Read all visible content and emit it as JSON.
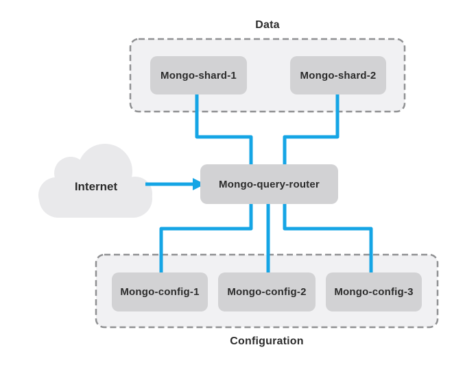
{
  "diagram": {
    "description": "MongoDB sharded cluster architecture diagram",
    "internet": {
      "label": "Internet"
    },
    "nodes": {
      "shard1": {
        "label": "Mongo-shard-1"
      },
      "shard2": {
        "label": "Mongo-shard-2"
      },
      "router": {
        "label": "Mongo-query-router"
      },
      "config1": {
        "label": "Mongo-config-1"
      },
      "config2": {
        "label": "Mongo-config-2"
      },
      "config3": {
        "label": "Mongo-config-3"
      }
    },
    "groups": [
      {
        "label": "Data",
        "members": [
          "Mongo-shard-1",
          "Mongo-shard-2"
        ]
      },
      {
        "label": "Configuration",
        "members": [
          "Mongo-config-1",
          "Mongo-config-2",
          "Mongo-config-3"
        ]
      }
    ],
    "edges": [
      {
        "from": "Internet",
        "to": "Mongo-query-router",
        "style": "arrow"
      },
      {
        "from": "Mongo-shard-1",
        "to": "Mongo-query-router",
        "style": "line"
      },
      {
        "from": "Mongo-shard-2",
        "to": "Mongo-query-router",
        "style": "line"
      },
      {
        "from": "Mongo-query-router",
        "to": "Mongo-config-1",
        "style": "line"
      },
      {
        "from": "Mongo-query-router",
        "to": "Mongo-config-2",
        "style": "line"
      },
      {
        "from": "Mongo-query-router",
        "to": "Mongo-config-3",
        "style": "line"
      }
    ],
    "colors": {
      "connector_blue": "#15a5e5",
      "node_fill": "#d2d2d4",
      "group_fill": "#f1f1f3",
      "group_border": "#8f9092",
      "cloud_fill": "#e9e9eb",
      "text": "#2b2b2b",
      "background": "#ffffff"
    }
  }
}
